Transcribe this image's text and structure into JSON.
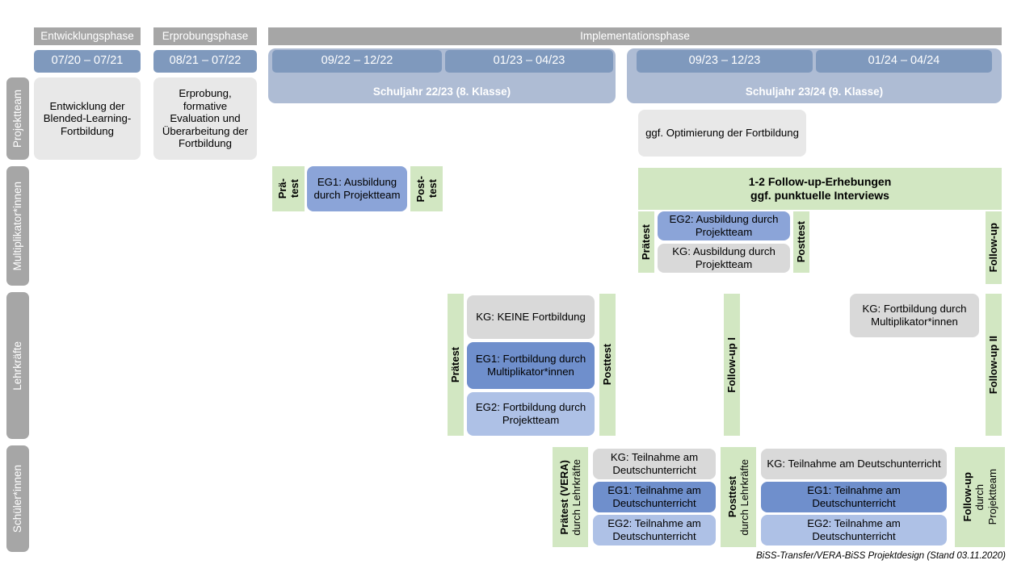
{
  "footer": {
    "text": "BiSS-Transfer/VERA-BiSS Projektdesign (Stand 03.11.2020)"
  },
  "colors": {
    "header_gray": "#a6a6a6",
    "date_blue": "#7f99bd",
    "schoolyear_blue": "#aebcd4",
    "card_gray": "#e8e8e8",
    "card_gray_dark": "#d9d9d9",
    "blue_mid": "#8ba4d8",
    "blue_dark": "#6f8fcc",
    "blue_light": "#aec1e6",
    "green": "#d2e7c2"
  },
  "phases": [
    {
      "label": "Entwicklungsphase"
    },
    {
      "label": "Erprobungsphase"
    },
    {
      "label": "Implementationsphase"
    }
  ],
  "periods": [
    {
      "label": "07/20 – 07/21"
    },
    {
      "label": "08/21 – 07/22"
    },
    {
      "label": "09/22 – 12/22"
    },
    {
      "label": "01/23 – 04/23"
    },
    {
      "label": "09/23 – 12/23"
    },
    {
      "label": "01/24 – 04/24"
    }
  ],
  "school_years": [
    {
      "label": "Schuljahr 22/23 (8. Klasse)"
    },
    {
      "label": "Schuljahr 23/24 (9. Klasse)"
    }
  ],
  "roles": [
    {
      "label": "Projektteam"
    },
    {
      "label": "Multiplikator*innen"
    },
    {
      "label": "Lehrkräfte"
    },
    {
      "label": "Schüler*innen"
    }
  ],
  "projektteam": {
    "entwicklung": "Entwicklung der Blended-Learning-Fortbildung",
    "erprobung": "Erprobung, formative Evaluation und Überarbeitung der Fortbildung",
    "optimierung": "ggf. Optimierung der Fortbildung"
  },
  "multiplikatoren": {
    "praetest_line1": "Prä-",
    "praetest_line2": "test",
    "posttest_line1": "Post-",
    "posttest_line2": "test",
    "eg1": "EG1: Ausbildung durch Projektteam",
    "followup_banner_line1": "1-2 Follow-up-Erhebungen",
    "followup_banner_line2": "ggf. punktuelle Interviews",
    "praetest2": "Prätest",
    "posttest2": "Posttest",
    "eg2": "EG2: Ausbildung durch Projektteam",
    "kg": "KG: Ausbildung durch Projektteam",
    "followup": "Follow-up"
  },
  "lehrkraefte": {
    "praetest": "Prätest",
    "posttest": "Posttest",
    "kg_keine": "KG:  KEINE Fortbildung",
    "eg1": "EG1: Fortbildung durch Multiplikator*innen",
    "eg2": "EG2: Fortbildung durch Projektteam",
    "followup1": "Follow-up I",
    "kg_fortbildung": "KG: Fortbildung durch Multiplikator*innen",
    "followup2": "Follow-up II"
  },
  "schueler": {
    "praetest_main": "Prätest (VERA)",
    "praetest_sub": "durch Lehrkräfte",
    "posttest_main": "Posttest",
    "posttest_sub": "durch Lehrkräfte",
    "followup_main": "Follow-up",
    "followup_sub1": "durch",
    "followup_sub2": "Projektteam",
    "kg": "KG: Teilnahme am Deutschunterricht",
    "eg1": "EG1: Teilnahme am Deutschunterricht",
    "eg2": "EG2: Teilnahme am Deutschunterricht"
  }
}
